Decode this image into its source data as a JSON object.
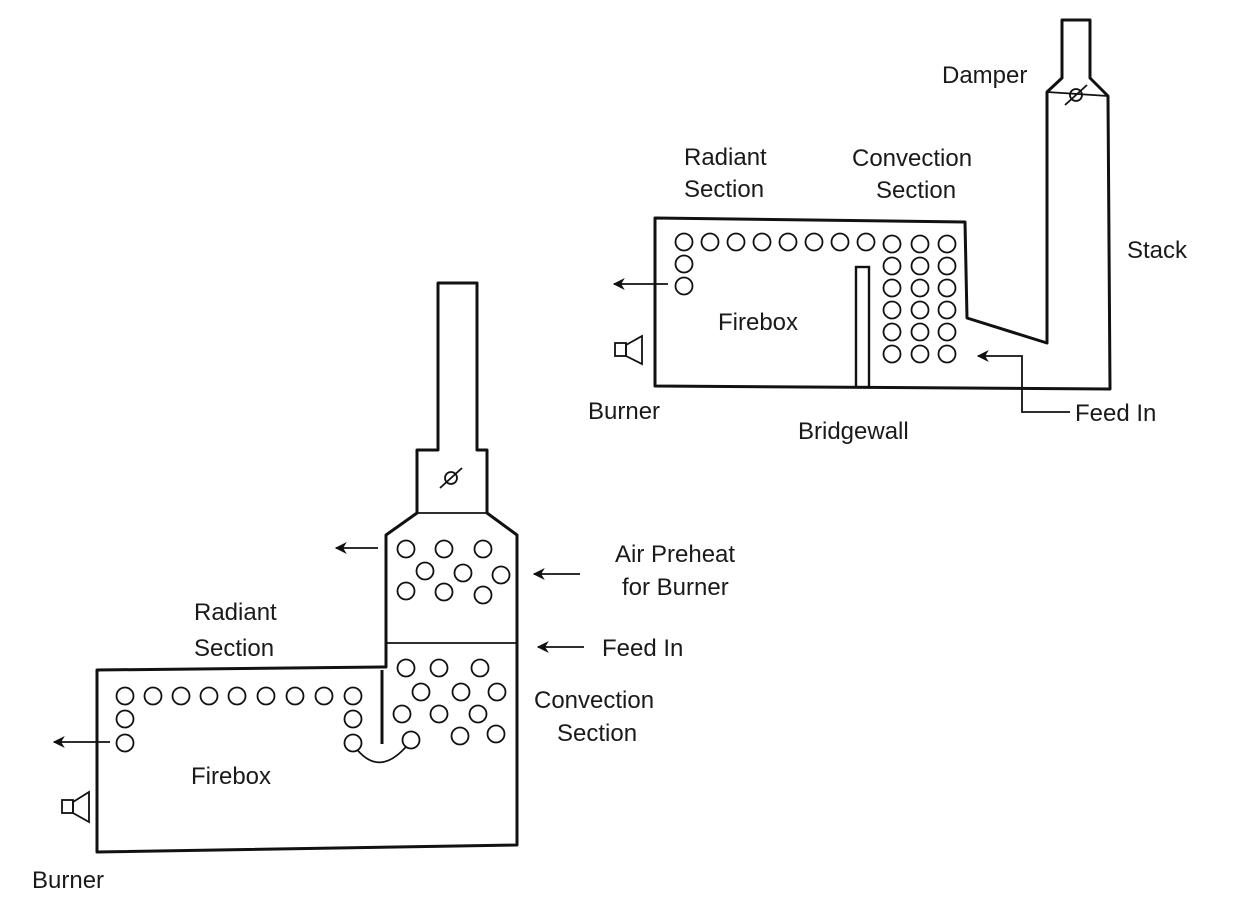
{
  "top_heater": {
    "labels": {
      "damper": "Damper",
      "radiant_line1": "Radiant",
      "radiant_line2": "Section",
      "convection_line1": "Convection",
      "convection_line2": "Section",
      "stack": "Stack",
      "firebox": "Firebox",
      "burner": "Burner",
      "bridgewall": "Bridgewall",
      "feed_in": "Feed In"
    }
  },
  "bottom_heater": {
    "labels": {
      "air_preheat_line1": "Air Preheat",
      "air_preheat_line2": "for Burner",
      "radiant_line1": "Radiant",
      "radiant_line2": "Section",
      "feed_in": "Feed In",
      "convection_line1": "Convection",
      "convection_line2": "Section",
      "firebox": "Firebox",
      "burner": "Burner"
    }
  },
  "colors": {
    "ink": "#111111",
    "background": "#ffffff"
  }
}
